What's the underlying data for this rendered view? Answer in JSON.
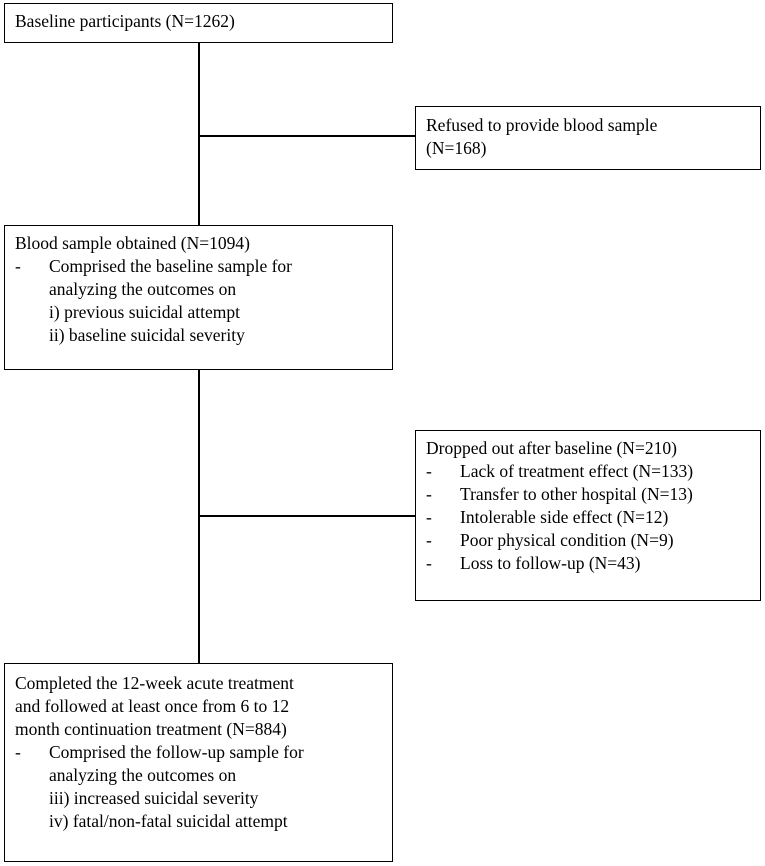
{
  "box1": {
    "text": "Baseline participants (N=1262)"
  },
  "box2": {
    "line1": "Refused to provide blood sample",
    "line2": "(N=168)"
  },
  "box3": {
    "title": "Blood sample obtained (N=1094)",
    "dash": "-",
    "bullet_line1": "Comprised the baseline sample for",
    "bullet_line2": "analyzing the outcomes on",
    "item1": "i) previous suicidal attempt",
    "item2": "ii) baseline suicidal severity"
  },
  "box4": {
    "title": "Dropped out after baseline (N=210)",
    "items": [
      {
        "dash": "-",
        "text": "Lack of treatment effect (N=133)"
      },
      {
        "dash": "-",
        "text": "Transfer to other hospital (N=13)"
      },
      {
        "dash": "-",
        "text": "Intolerable side effect (N=12)"
      },
      {
        "dash": "-",
        "text": "Poor physical condition (N=9)"
      },
      {
        "dash": "-",
        "text": "Loss to follow-up (N=43)"
      }
    ]
  },
  "box5": {
    "line1": "Completed the 12-week acute treatment",
    "line2": "and followed at least once from 6 to 12",
    "line3": "month continuation treatment (N=884)",
    "dash": "-",
    "bullet_line1": "Comprised the follow-up sample for",
    "bullet_line2": "analyzing the outcomes on",
    "item1": "iii) increased suicidal severity",
    "item2": "iv) fatal/non-fatal suicidal attempt"
  }
}
